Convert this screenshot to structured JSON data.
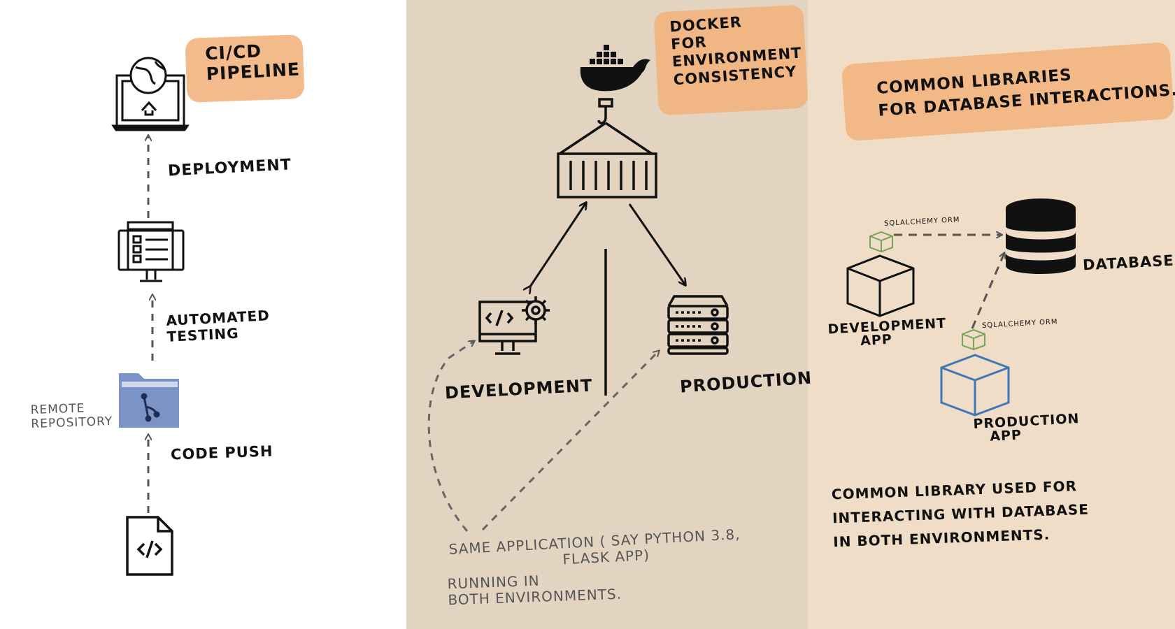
{
  "left": {
    "title": "CI/CD\nPIPELINE",
    "deployment": "DEPLOYMENT",
    "automated_testing": "AUTOMATED\nTESTING",
    "remote_repository": "REMOTE\nREPOSITORY",
    "code_push": "CODE PUSH"
  },
  "middle": {
    "title": "DOCKER\nFOR\nENVIRONMENT\nCONSISTENCY",
    "development": "DEVELOPMENT",
    "production": "PRODUCTION",
    "note_1": "SAME APPLICATION ( SAY PYTHON 3.8,\n                      FLASK APP)",
    "note_2": "RUNNING IN\nBOTH ENVIRONMENTS."
  },
  "right": {
    "title": "COMMON LIBRARIES\nFOR DATABASE INTERACTIONS.",
    "orm_top": "SQLALCHEMY ORM",
    "orm_bottom": "SQLALCHEMY ORM",
    "database": "DATABASE",
    "development_app": "DEVELOPMENT\n      APP",
    "production_app": "PRODUCTION\n   APP",
    "note": "COMMON LIBRARY USED FOR\nINTERACTING WITH DATABASE\nIN BOTH ENVIRONMENTS."
  },
  "colors": {
    "left_bg": "#ffffff",
    "middle_bg": "#e2d4c1",
    "right_bg": "#f0ddc7",
    "highlight": "#f2b47e",
    "folder": "#7b93c7",
    "orm_cube": "#7aa05a",
    "production_cube": "#3f78b5"
  },
  "icons": [
    "laptop-globe-upload-icon",
    "monitor-checklist-icon",
    "git-folder-icon",
    "code-file-icon",
    "docker-whale-icon",
    "shipping-container-icon",
    "dev-monitor-gear-icon",
    "server-rack-icon",
    "database-icon",
    "cube-icon"
  ]
}
